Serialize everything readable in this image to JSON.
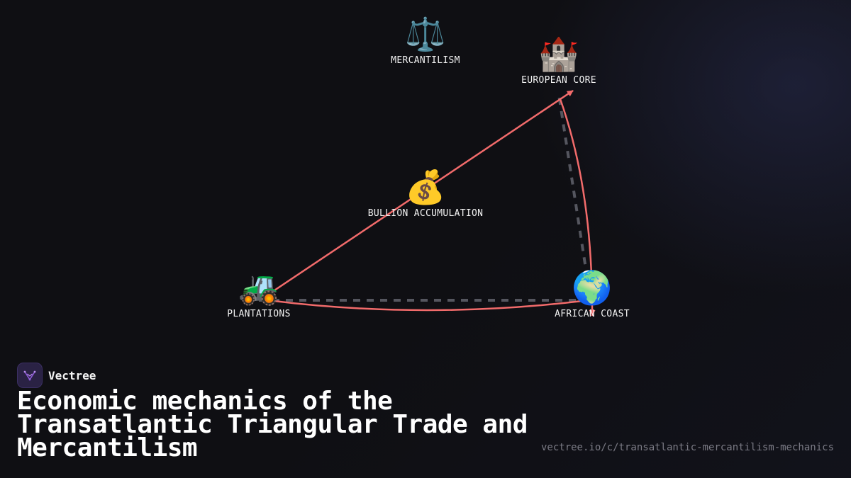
{
  "nodes": {
    "mercantilism": {
      "label": "MERCANTILISM",
      "icon": "⚖️",
      "icon_name": "scales-icon"
    },
    "european_core": {
      "label": "EUROPEAN CORE",
      "icon": "🏰",
      "icon_name": "castle-icon"
    },
    "bullion": {
      "label": "BULLION ACCUMULATION",
      "icon": "💰",
      "icon_name": "money-bag-icon"
    },
    "plantations": {
      "label": "PLANTATIONS",
      "icon": "🚜",
      "icon_name": "tractor-icon"
    },
    "african_coast": {
      "label": "AFRICAN COAST",
      "icon": "🌍",
      "icon_name": "globe-africa-icon"
    }
  },
  "edges": [
    {
      "from": "plantations",
      "to": "european_core",
      "style": "solid-arrow"
    },
    {
      "from": "european_core",
      "to": "african_coast",
      "style": "solid-arrow"
    },
    {
      "from": "african_coast",
      "to": "plantations",
      "style": "solid"
    },
    {
      "from": "plantations",
      "to": "african_coast",
      "style": "dashed"
    },
    {
      "from": "african_coast",
      "to": "european_core",
      "style": "dashed"
    }
  ],
  "colors": {
    "edge": "#f26b6b",
    "dashed": "#55565f",
    "background": "#0f0f13",
    "brand_accent": "#8e5bd9"
  },
  "brand": {
    "name": "Vectree",
    "logo_icon": "vectree-logo-icon"
  },
  "title": "Economic mechanics of the Transatlantic Triangular Trade and Mercantilism",
  "url": "vectree.io/c/transatlantic-mercantilism-mechanics"
}
